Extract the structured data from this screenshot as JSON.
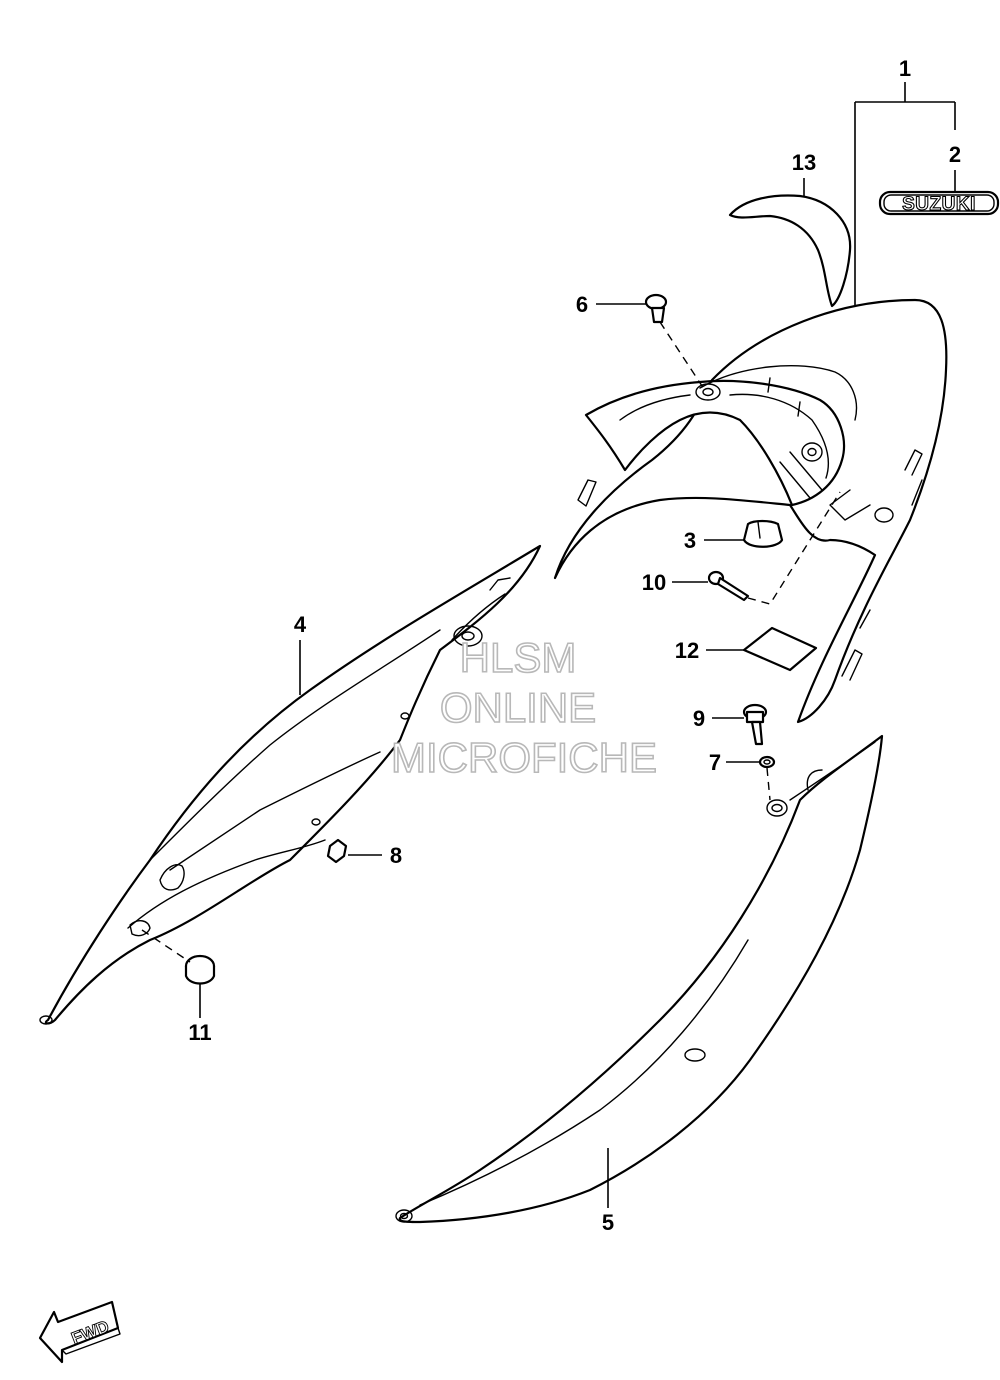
{
  "callouts": {
    "c1": "1",
    "c2": "2",
    "c3": "3",
    "c4": "4",
    "c5": "5",
    "c6": "6",
    "c7": "7",
    "c8": "8",
    "c9": "9",
    "c10": "10",
    "c11": "11",
    "c12": "12",
    "c13": "13"
  },
  "emblem": {
    "text": "SUZUKI"
  },
  "fwd": {
    "text": "FWD"
  },
  "watermark": {
    "line1": "HLSM",
    "line2": "ONLINE",
    "line3": "MICROFICHE"
  },
  "colors": {
    "ink": "#000000",
    "paper": "#ffffff",
    "watermark": "#b8b8b8"
  }
}
